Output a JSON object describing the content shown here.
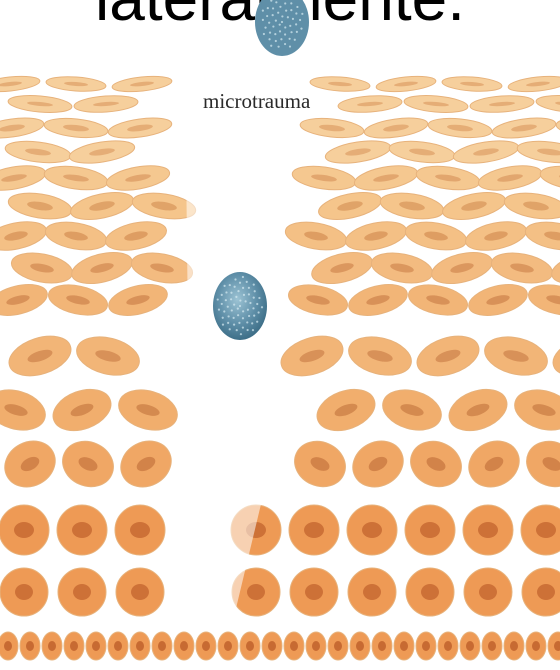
{
  "heading": "lateralmente.",
  "label": "microtrauma",
  "colors": {
    "background": "#ffffff",
    "superficial_cell": "#f6cf9c",
    "superficial_nucleus": "#e2a770",
    "mid_cell": "#f2b577",
    "mid_nucleus": "#d48b52",
    "basal_cell": "#ee9a55",
    "basal_nucleus": "#c76a32",
    "cell_outline": "#e7b27b",
    "blue_cell": "#5f8fa8"
  },
  "icons": {
    "cell": "epithelial-cell",
    "migrating_cell": "blue-round-cell"
  }
}
